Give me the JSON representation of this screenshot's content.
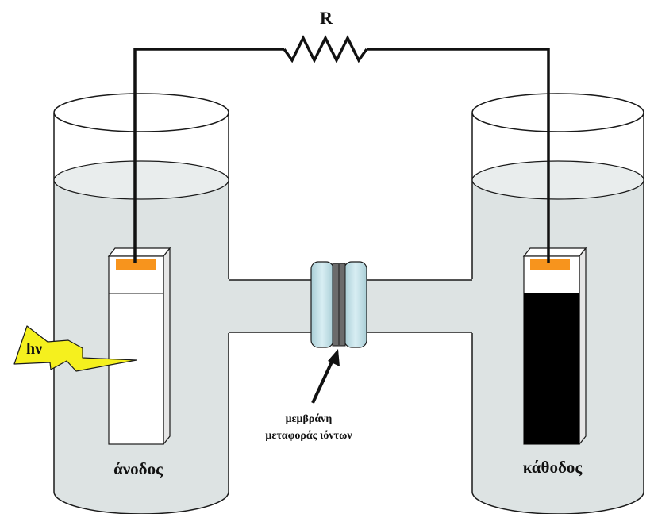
{
  "labels": {
    "resistor": "R",
    "light": "hν",
    "anode": "άνοδος",
    "cathode": "κάθοδος",
    "membrane_line1": "μεμβράνη",
    "membrane_line2": "μεταφοράς ιόντων"
  },
  "colors": {
    "liquid": "#dde3e3",
    "liquid_stroke": "#1a1a1a",
    "wire": "#111111",
    "contact": "#f7941d",
    "light_bolt": "#f5f01e",
    "membrane_disc": "#c5e3ea",
    "membrane_core": "#6b6b6b",
    "cathode_coating": "#000000",
    "anode_face": "#ffffff"
  },
  "icons": {
    "light_source": "lightning-bolt-icon",
    "membrane_pointer": "arrow-icon"
  }
}
